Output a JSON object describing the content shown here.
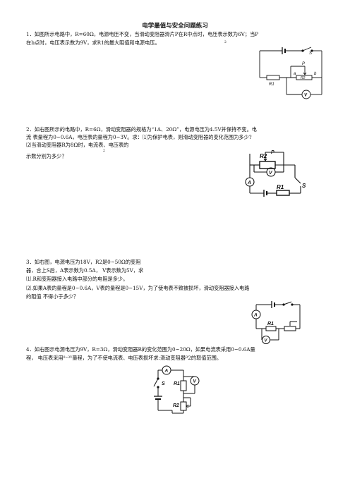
{
  "title": "电学最值与安全问题练习",
  "q1": {
    "line1": "1．如图所示电路中，R=60Ω，电源电压不变，当滑动变阻器滑片P在R中点时，电压表示数为6V；当P",
    "line2": "在b点时，电压表示数为9V，求R1的最大阻值和电源电压。",
    "mark": "2",
    "fig": {
      "S": "S",
      "P": "P",
      "R1": "R1",
      "R2": "R2",
      "a": "a",
      "b": "b",
      "V": "V"
    }
  },
  "q2": {
    "line1": "2．如右图所示的电路中，R=6Ω，滑动变阻器的规格为“1A、20Ω”，电源电压为4.5V并保持不变。电",
    "line2": "流 表量程为0~0.6A，电压表的量程为0~3V。求：⑴为保护电表，则滑动变阻器的变化范围为多少?",
    "line3": "⑵当滑动变阻器R为8Ω时，电流表、电压表的",
    "mark": "2",
    "line4": "示数分别为多少？",
    "fig": {
      "P": "P",
      "R2": "R2",
      "V": "V",
      "A": "A",
      "R1": "R1",
      "S": "S"
    }
  },
  "q3": {
    "line1": "3．如右图，电源电压为18V，R2是0~50Ω的变阻",
    "line2": "器，合上S后，A表示数为0.5A，  V表示数为5V，求",
    "line3": "⑴.R和变阻器接入电路中部分的电阻是多少。",
    "line4": "⑵.如果A表的量程是0~0.6A，V表的量程是0~15V，为了使电表不致被损坏，滑动变阻器接入电路",
    "line5": "的阻值  不得小于多少？",
    "fig": {
      "A": "A",
      "R1": "R1",
      "V": "V"
    }
  },
  "q4": {
    "line1": "4．如右图示电源电压为9V，R=3Ω，滑动变阻器R的变化范围为0~20Ω，如果电流表采用0~0.6A量",
    "line2a": "程，  电压表采用",
    "line2sup": "0~3V",
    "line2b": "量程，为了不使电流表、电压表损坏求:滑动变阻器",
    "line2sub": "R",
    "line2c": "2的取值范围。",
    "fig": {
      "A": "A",
      "S": "S",
      "R1": "R1",
      "V": "V",
      "R2": "R2"
    }
  }
}
